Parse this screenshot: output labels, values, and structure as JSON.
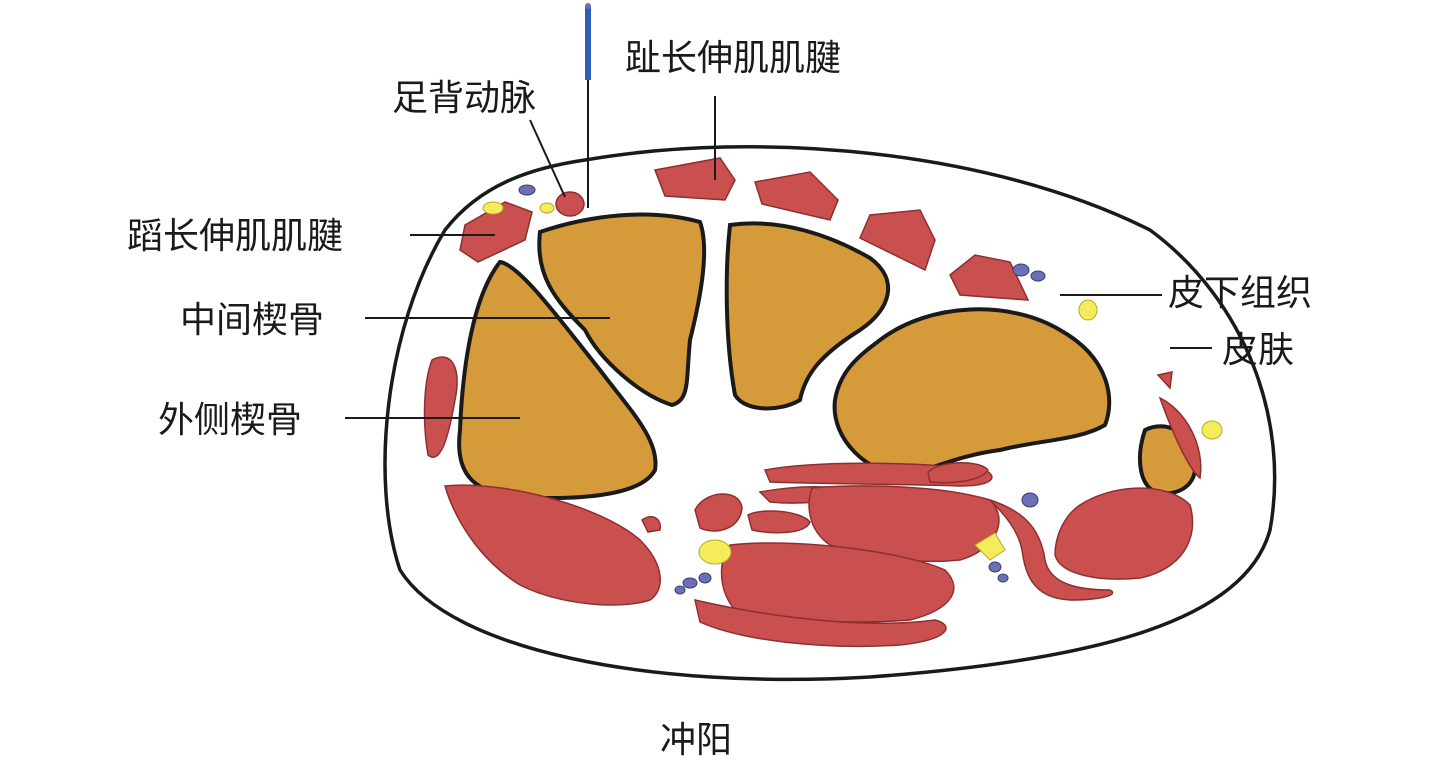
{
  "labels": {
    "dorsalis_pedis_artery": "足背动脉",
    "ext_digitorum_longus_tendon": "趾长伸肌肌腱",
    "ext_hallucis_longus_tendon": "蹈长伸肌肌腱",
    "intermediate_cuneiform": "中间楔骨",
    "lateral_cuneiform": "外侧楔骨",
    "subcutaneous_tissue": "皮下组织",
    "skin": "皮肤",
    "acupoint": "冲阳"
  },
  "colors": {
    "muscle": "#c9504f",
    "bone": "#d59a3a",
    "nerve": "#f4ec5a",
    "vein": "#6b6fb3",
    "needle": "#2f5db8",
    "outline": "#1a1a1a"
  }
}
